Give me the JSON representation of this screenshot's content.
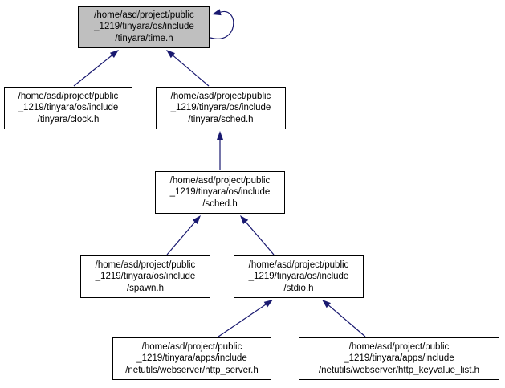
{
  "diagram": {
    "type": "include-dependency-graph",
    "colors": {
      "edge": "#191970",
      "node_fill": "#ffffff",
      "highlight_fill": "#bfbfbf",
      "node_border": "#000000",
      "background": "#ffffff"
    },
    "nodes": [
      {
        "id": "time_h",
        "label": "/home/asd/project/public\n_1219/tinyara/os/include\n/tinyara/time.h",
        "highlighted": true
      },
      {
        "id": "clock_h",
        "label": "/home/asd/project/public\n_1219/tinyara/os/include\n/tinyara/clock.h",
        "highlighted": false
      },
      {
        "id": "tinyara_sched_h",
        "label": "/home/asd/project/public\n_1219/tinyara/os/include\n/tinyara/sched.h",
        "highlighted": false
      },
      {
        "id": "os_sched_h",
        "label": "/home/asd/project/public\n_1219/tinyara/os/include\n/sched.h",
        "highlighted": false
      },
      {
        "id": "spawn_h",
        "label": "/home/asd/project/public\n_1219/tinyara/os/include\n/spawn.h",
        "highlighted": false
      },
      {
        "id": "stdio_h",
        "label": "/home/asd/project/public\n_1219/tinyara/os/include\n/stdio.h",
        "highlighted": false
      },
      {
        "id": "http_server_h",
        "label": "/home/asd/project/public\n_1219/tinyara/apps/include\n/netutils/webserver/http_server.h",
        "highlighted": false
      },
      {
        "id": "http_keyvalue_list_h",
        "label": "/home/asd/project/public\n_1219/tinyara/apps/include\n/netutils/webserver/http_keyvalue_list.h",
        "highlighted": false
      }
    ],
    "edges": [
      {
        "from": "clock_h",
        "to": "time_h"
      },
      {
        "from": "tinyara_sched_h",
        "to": "time_h"
      },
      {
        "from": "time_h",
        "to": "time_h",
        "self_loop": true
      },
      {
        "from": "os_sched_h",
        "to": "tinyara_sched_h"
      },
      {
        "from": "spawn_h",
        "to": "os_sched_h"
      },
      {
        "from": "stdio_h",
        "to": "os_sched_h"
      },
      {
        "from": "http_server_h",
        "to": "stdio_h"
      },
      {
        "from": "http_keyvalue_list_h",
        "to": "stdio_h"
      }
    ]
  }
}
